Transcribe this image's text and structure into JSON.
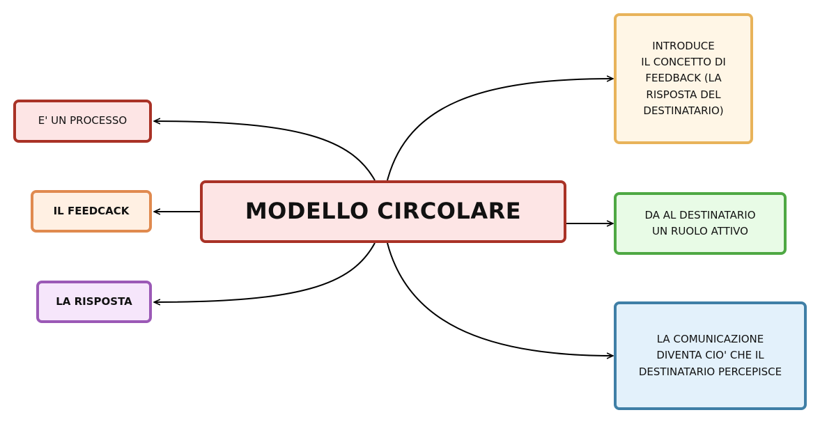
{
  "diagram": {
    "center": {
      "label": "MODELLO CIRCOLARE",
      "border_color": "#a93226",
      "fill_color": "#fde5e5"
    },
    "left_branches": [
      {
        "label": "E' UN PROCESSO",
        "border_color": "#a93226",
        "fill_color": "#fde5e5",
        "bold": false
      },
      {
        "label": "IL FEEDCACK",
        "border_color": "#e08a4f",
        "fill_color": "#fff0e3",
        "bold": true
      },
      {
        "label": "LA RISPOSTA",
        "border_color": "#9b59b6",
        "fill_color": "#f6e6fb",
        "bold": true
      }
    ],
    "right_branches": [
      {
        "label": "INTRODUCE\nIL CONCETTO DI\nFEEDBACK (LA\nRISPOSTA DEL\nDESTINATARIO)",
        "border_color": "#e8b35a",
        "fill_color": "#fff6e6"
      },
      {
        "label": "DA AL DESTINATARIO\nUN RUOLO ATTIVO",
        "border_color": "#4ea843",
        "fill_color": "#e8fbe6"
      },
      {
        "label": "LA COMUNICAZIONE\nDIVENTA CIO' CHE IL\nDESTINATARIO PERCEPISCE",
        "border_color": "#3f7fa6",
        "fill_color": "#e3f1fb"
      }
    ],
    "connector_color": "#000000",
    "connector_style": "curved-arrow"
  }
}
